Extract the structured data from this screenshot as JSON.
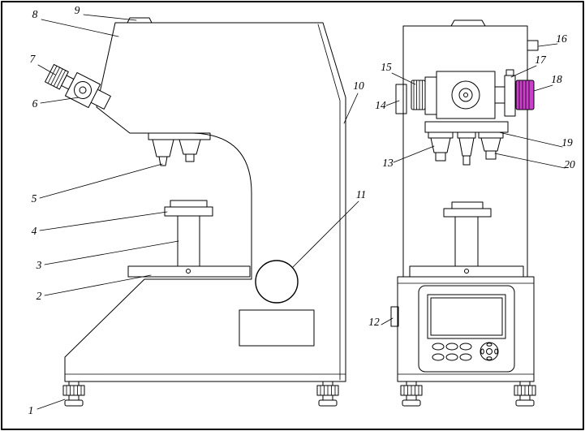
{
  "figure": {
    "type": "technical-line-diagram",
    "colors": {
      "line": "#000000",
      "background": "#ffffff",
      "knob_magenta": "#cc3ecc"
    },
    "callouts": {
      "c1": "1",
      "c2": "2",
      "c3": "3",
      "c4": "4",
      "c5": "5",
      "c6": "6",
      "c7": "7",
      "c8": "8",
      "c9": "9",
      "c10": "10",
      "c11": "11",
      "c12": "12",
      "c13": "13",
      "c14": "14",
      "c15": "15",
      "c16": "16",
      "c17": "17",
      "c18": "18",
      "c19": "19",
      "c20": "20"
    }
  }
}
